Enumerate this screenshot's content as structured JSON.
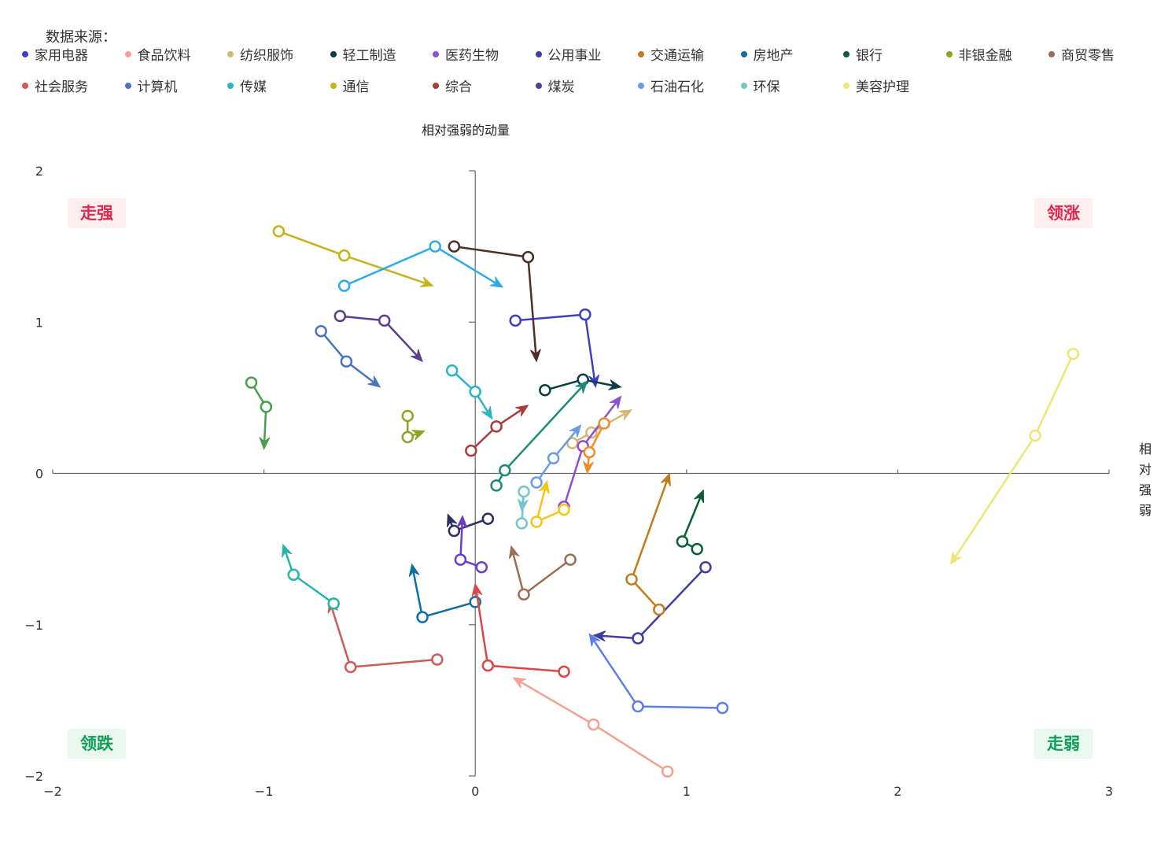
{
  "source_label": "数据来源：",
  "quadrants": {
    "top_left": "走强",
    "top_right": "领涨",
    "bottom_left": "领跌",
    "bottom_right": "走弱"
  },
  "chart_data": {
    "type": "scatter",
    "subtype": "relative-rotation-graph",
    "xlabel": "相对强弱",
    "ylabel": "相对强弱的动量",
    "xlim": [
      -2,
      3
    ],
    "ylim": [
      -2,
      2
    ],
    "xticks": [
      "−2",
      "−1",
      "0",
      "1",
      "2",
      "3"
    ],
    "yticks": [
      "−2",
      "−1",
      "0",
      "1",
      "2"
    ],
    "legend_position": "top",
    "series": [
      {
        "name": "家用电器",
        "color": "#3a3fc7",
        "points": [
          [
            0.19,
            1.01
          ],
          [
            0.52,
            1.05
          ],
          [
            0.57,
            0.57
          ]
        ]
      },
      {
        "name": "食品饮料",
        "color": "#f2a28e",
        "points": [
          [
            0.91,
            -1.97
          ],
          [
            0.56,
            -1.66
          ],
          [
            0.18,
            -1.35
          ]
        ]
      },
      {
        "name": "纺织服饰",
        "color": "#d6b673",
        "points": [
          [
            0.46,
            0.2
          ],
          [
            0.55,
            0.27
          ],
          [
            0.74,
            0.42
          ]
        ]
      },
      {
        "name": "轻工制造",
        "color": "#0c3d44",
        "points": [
          [
            0.33,
            0.55
          ],
          [
            0.51,
            0.62
          ],
          [
            0.69,
            0.57
          ]
        ]
      },
      {
        "name": "医药生物",
        "color": "#8e4fd3",
        "points": [
          [
            0.42,
            -0.22
          ],
          [
            0.51,
            0.18
          ],
          [
            0.69,
            0.51
          ]
        ]
      },
      {
        "name": "公用事业",
        "color": "#3e3e9e",
        "points": [
          [
            1.09,
            -0.62
          ],
          [
            0.77,
            -1.09
          ],
          [
            0.56,
            -1.07
          ]
        ]
      },
      {
        "name": "交通运输",
        "color": "#c47a1e",
        "points": [
          [
            0.87,
            -0.9
          ],
          [
            0.74,
            -0.7
          ],
          [
            0.92,
            0.0
          ]
        ]
      },
      {
        "name": "房地产",
        "color": "#0f6fa3",
        "points": [
          [
            0.0,
            -0.85
          ],
          [
            -0.25,
            -0.95
          ],
          [
            -0.3,
            -0.6
          ]
        ]
      },
      {
        "name": "银行",
        "color": "#0b5d35",
        "points": [
          [
            1.05,
            -0.5
          ],
          [
            0.98,
            -0.45
          ],
          [
            1.08,
            -0.11
          ]
        ]
      },
      {
        "name": "非银金融",
        "color": "#8ea321",
        "points": [
          [
            -0.32,
            0.38
          ],
          [
            -0.32,
            0.24
          ],
          [
            -0.24,
            0.28
          ]
        ]
      },
      {
        "name": "商贸零售",
        "color": "#9b6f57",
        "points": [
          [
            0.45,
            -0.57
          ],
          [
            0.23,
            -0.8
          ],
          [
            0.17,
            -0.48
          ]
        ]
      },
      {
        "name": "社会服务",
        "color": "#cd5c55",
        "points": [
          [
            -0.18,
            -1.23
          ],
          [
            -0.59,
            -1.28
          ],
          [
            -0.69,
            -0.84
          ]
        ]
      },
      {
        "name": "计算机",
        "color": "#4b73bf",
        "points": [
          [
            -0.73,
            0.94
          ],
          [
            -0.61,
            0.74
          ],
          [
            -0.45,
            0.57
          ]
        ]
      },
      {
        "name": "传媒",
        "color": "#2ab5c7",
        "points": [
          [
            -0.11,
            0.68
          ],
          [
            0.0,
            0.54
          ],
          [
            0.08,
            0.36
          ]
        ]
      },
      {
        "name": "通信",
        "color": "#c6b21a",
        "points": [
          [
            -0.93,
            1.6
          ],
          [
            -0.62,
            1.44
          ],
          [
            -0.2,
            1.24
          ]
        ]
      },
      {
        "name": "综合",
        "color": "#a83d3d",
        "points": [
          [
            -0.02,
            0.15
          ],
          [
            0.1,
            0.31
          ],
          [
            0.25,
            0.45
          ]
        ]
      },
      {
        "name": "煤炭",
        "color": "#5b3f8f",
        "points": [
          [
            -0.64,
            1.04
          ],
          [
            -0.43,
            1.01
          ],
          [
            -0.25,
            0.74
          ]
        ]
      },
      {
        "name": "石油石化",
        "color": "#6b9be0",
        "points": [
          [
            0.29,
            -0.06
          ],
          [
            0.37,
            0.1
          ],
          [
            0.5,
            0.32
          ]
        ]
      },
      {
        "name": "环保",
        "color": "#74c6cd",
        "points": [
          [
            0.22,
            -0.33
          ],
          [
            0.23,
            -0.12
          ],
          [
            0.22,
            -0.25
          ]
        ]
      },
      {
        "name": "美容护理",
        "color": "#efe573",
        "points": [
          [
            2.83,
            0.79
          ],
          [
            2.65,
            0.25
          ],
          [
            2.25,
            -0.6
          ]
        ]
      },
      {
        "name": "",
        "color": "#4d2f26",
        "points": [
          [
            -0.1,
            1.5
          ],
          [
            0.25,
            1.43
          ],
          [
            0.29,
            0.74
          ]
        ]
      },
      {
        "name": "",
        "color": "#1b8a7a",
        "points": [
          [
            0.1,
            -0.08
          ],
          [
            0.14,
            0.02
          ],
          [
            0.53,
            0.61
          ]
        ]
      },
      {
        "name": "",
        "color": "#2b2f5e",
        "points": [
          [
            0.06,
            -0.3
          ],
          [
            -0.1,
            -0.38
          ],
          [
            -0.13,
            -0.27
          ]
        ]
      },
      {
        "name": "",
        "color": "#6a3fc7",
        "points": [
          [
            0.03,
            -0.62
          ],
          [
            -0.07,
            -0.57
          ],
          [
            -0.06,
            -0.28
          ]
        ]
      },
      {
        "name": "",
        "color": "#e04444",
        "points": [
          [
            0.42,
            -1.31
          ],
          [
            0.06,
            -1.27
          ],
          [
            0.0,
            -0.73
          ]
        ]
      },
      {
        "name": "",
        "color": "#5b7fe8",
        "points": [
          [
            1.17,
            -1.55
          ],
          [
            0.77,
            -1.54
          ],
          [
            0.54,
            -1.06
          ]
        ]
      },
      {
        "name": "",
        "color": "#22b5a8",
        "points": [
          [
            -0.67,
            -0.86
          ],
          [
            -0.86,
            -0.67
          ],
          [
            -0.91,
            -0.47
          ]
        ]
      },
      {
        "name": "",
        "color": "#2eaae8",
        "points": [
          [
            -0.62,
            1.24
          ],
          [
            -0.19,
            1.5
          ],
          [
            0.13,
            1.23
          ]
        ]
      },
      {
        "name": "",
        "color": "#f5c518",
        "points": [
          [
            0.42,
            -0.24
          ],
          [
            0.29,
            -0.32
          ],
          [
            0.34,
            -0.05
          ]
        ]
      },
      {
        "name": "",
        "color": "#f28c28",
        "points": [
          [
            0.61,
            0.33
          ],
          [
            0.54,
            0.14
          ],
          [
            0.53,
            0.0
          ]
        ]
      },
      {
        "name": "",
        "color": "#4a9e4f",
        "points": [
          [
            -1.06,
            0.6
          ],
          [
            -0.99,
            0.44
          ],
          [
            -1.0,
            0.16
          ]
        ]
      }
    ]
  }
}
